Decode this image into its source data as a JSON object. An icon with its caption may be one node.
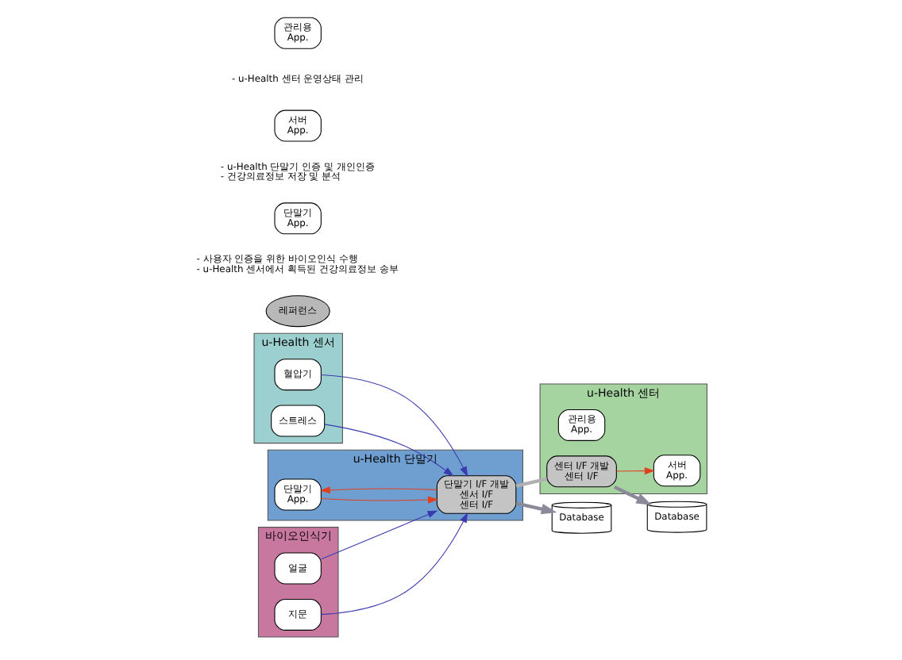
{
  "diagram": {
    "nodes": [
      {
        "text": [
          "u-Health 센서"
        ]
      },
      {
        "text": [
          "혈압기"
        ],
        "in": 0
      },
      {
        "text": [
          "스트레스"
        ],
        "in": 0
      },
      {
        "text": [
          "u-Health 단말기"
        ]
      },
      {
        "text": [
          "단말기",
          "App."
        ],
        "in": 3
      },
      {
        "text": [
          "단말기 I/F 개발",
          "센서 I/F",
          "센터 I/F"
        ],
        "in": 3
      },
      {
        "text": [
          "u-Health 센터"
        ]
      },
      {
        "text": [
          "서버",
          "App."
        ],
        "in": 6
      },
      {
        "text": [
          "관리용",
          "App."
        ],
        "in": 6
      },
      {
        "text": [
          "센터 I/F 개발",
          "센터 I/F"
        ],
        "in": 6
      },
      {
        "text": [
          "Database"
        ]
      },
      {
        "text": [
          "레퍼런스"
        ]
      },
      {
        "text": [
          "Database"
        ]
      },
      {
        "text": [
          "바이오인식기"
        ]
      },
      {
        "text": [
          "얼굴"
        ],
        "in": 13
      },
      {
        "text": [
          "지문"
        ],
        "in": 13
      },
      {
        "text": [
          "단말기",
          "App."
        ],
        "beside": [
          "- 사용자 인증을 위한 바이오인식 수행",
          "- u-Health 센서에서 획득된 건강의료정보 송부"
        ]
      },
      {
        "text": [
          "서버",
          "App."
        ],
        "beside": [
          "- u-Health 단말기 인증 및 개인인증",
          "- 건강의료정보 저장 및 분석"
        ]
      },
      {
        "text": [
          "관리용",
          "App."
        ],
        "beside": [
          "- u-Health 센터 운영상태 관리"
        ]
      }
    ],
    "edges": [
      {
        "from": 1,
        "to": 5,
        "arrow": "to",
        "color": "#3b3bb0"
      },
      {
        "from": 2,
        "to": 5,
        "arrow": "to",
        "color": "#3b3bb0"
      },
      {
        "from": 14,
        "to": 5,
        "arrow": "to",
        "color": "#3b3bb0"
      },
      {
        "from": 15,
        "to": 5,
        "arrow": "to",
        "color": "#3b3bb0"
      },
      {
        "from": 5,
        "to": 4,
        "arrow": "to",
        "color": "#e04020"
      },
      {
        "from": 4,
        "to": 5,
        "arrow": "to",
        "color": "#e04020"
      },
      {
        "from": 5,
        "to": 10,
        "arrow": "to",
        "style": "thick",
        "color": "#8a8a9a"
      },
      {
        "from": 5,
        "to": 9,
        "arrow": "none",
        "style": "thick",
        "color": "#b0b0b0"
      },
      {
        "from": 9,
        "to": 7,
        "arrow": "to",
        "color": "#e04020"
      },
      {
        "from": 9,
        "to": 12,
        "arrow": "to",
        "style": "thick",
        "color": "#8a8a9a"
      }
    ]
  }
}
